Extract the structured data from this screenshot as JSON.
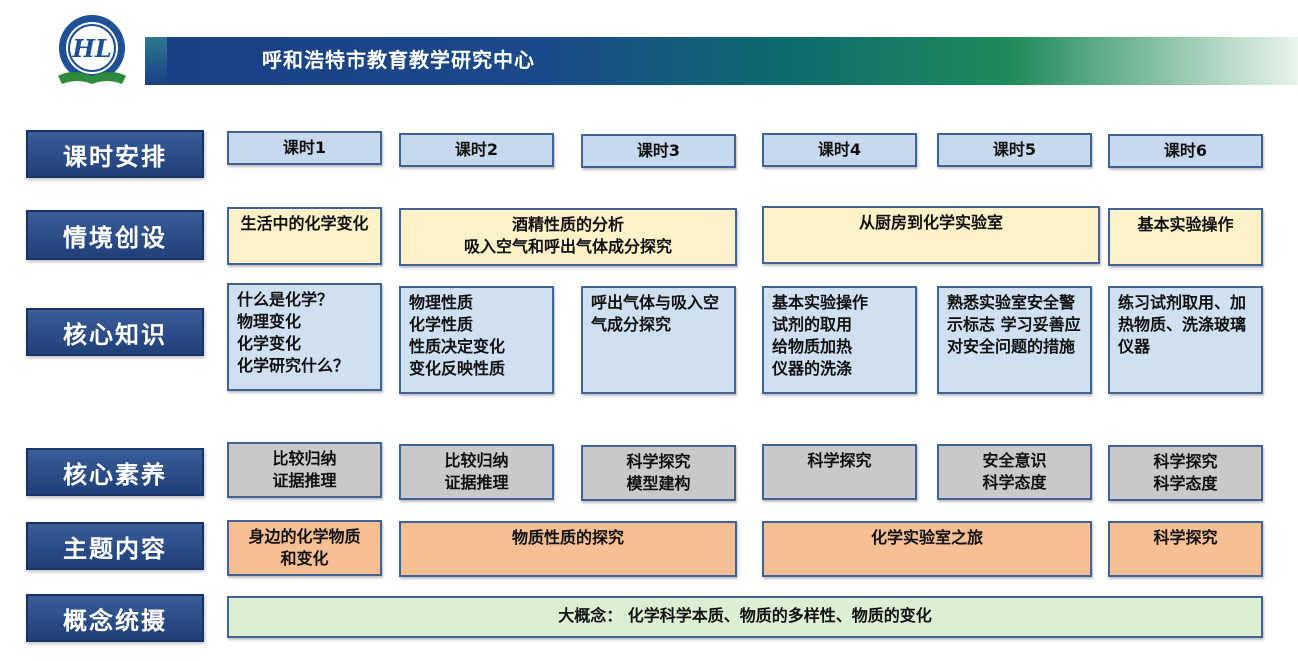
{
  "header": {
    "title": "呼和浩特市教育教学研究中心",
    "logo_text": "HL"
  },
  "row_labels": [
    "课时安排",
    "情境创设",
    "核心知识",
    "核心素养",
    "主题内容",
    "概念统摄"
  ],
  "lessons": [
    "课时1",
    "课时2",
    "课时3",
    "课时4",
    "课时5",
    "课时6"
  ],
  "situations": [
    "生活中的化学变化",
    "酒精性质的分析\n吸入空气和呼出气体成分探究",
    "从厨房到化学实验室",
    "基本实验操作"
  ],
  "knowledge": [
    "什么是化学？\n物理变化\n化学变化\n化学研究什么？",
    "物理性质\n化学性质\n性质决定变化\n变化反映性质",
    "呼出气体与吸入空气成分探究",
    "基本实验操作\n试剂的取用\n给物质加热\n仪器的洗涤",
    "熟悉实验室安全警示标志\n学习妥善应对安全问题的措施",
    "练习试剂取用、加热物质、洗涤玻璃仪器"
  ],
  "literacy": [
    "比较归纳\n证据推理",
    "比较归纳\n证据推理",
    "科学探究\n模型建构",
    "科学探究",
    "安全意识\n科学态度",
    "科学探究\n科学态度"
  ],
  "themes": [
    "身边的化学物质\n和变化",
    "物质性质的探究",
    "化学实验室之旅",
    "科学探究"
  ],
  "concept": "大概念：  化学科学本质、物质的多样性、物质的变化",
  "colors": {
    "label_bg": "#2a4c88",
    "lesson_bg": "#c7d9ee",
    "situation_bg": "#fff1c8",
    "literacy_bg": "#c9c9c9",
    "theme_bg": "#f7bf94",
    "concept_bg": "#dcefd2"
  }
}
